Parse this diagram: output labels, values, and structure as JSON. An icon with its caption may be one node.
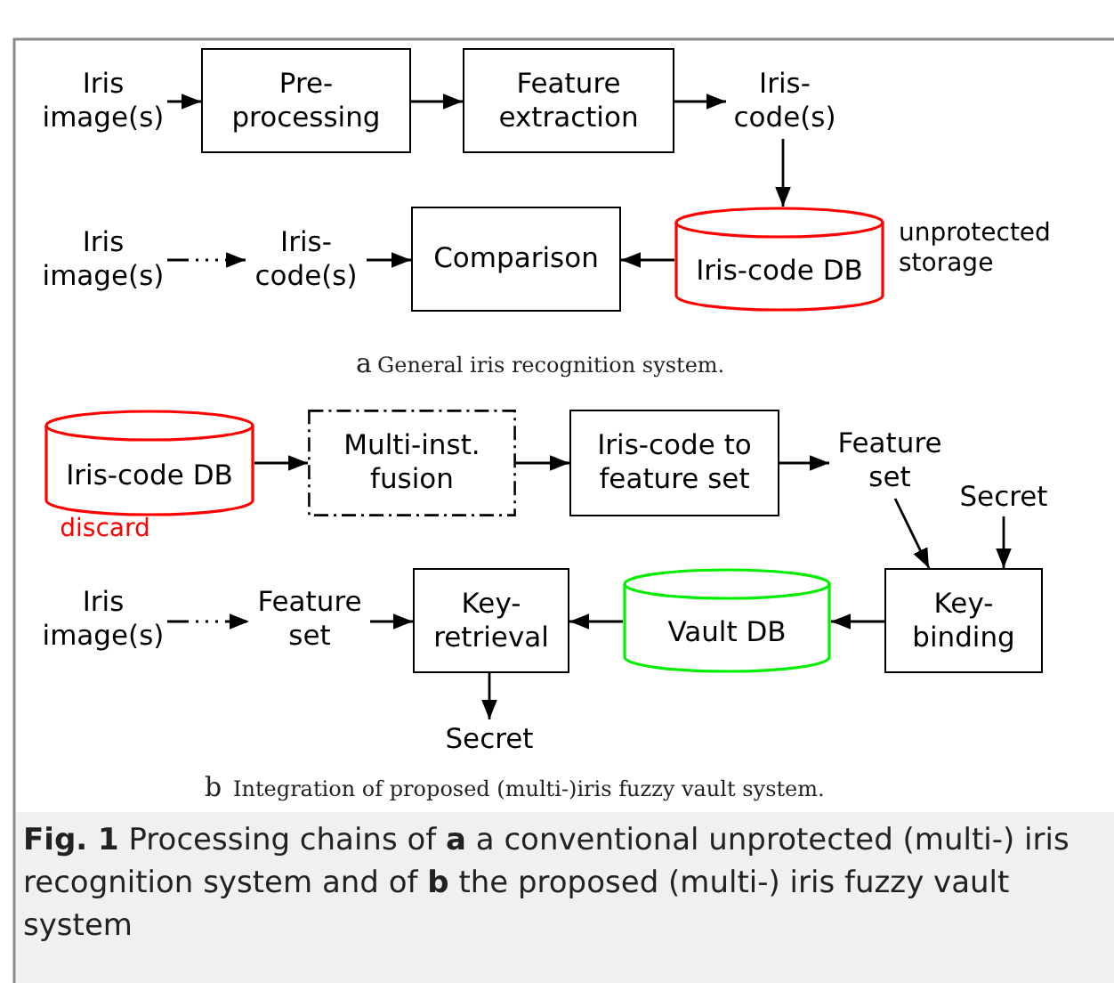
{
  "diagram": {
    "caption": "**Fig. 1** Processing chains of **a** a conventional unprotected (multi-) iris recognition system and of **b** the proposed (multi-) iris fuzzy vault system",
    "nodes": [
      {
        "text": [
          "Iris image(s)"
        ]
      },
      {
        "text": [
          "Pre-processing"
        ]
      },
      {
        "text": [
          "Feature extraction"
        ]
      },
      {
        "text": [
          "Iris-code(s)"
        ]
      },
      {
        "text": [
          "Iris-code DB"
        ],
        "beside": [
          "unprotected storage"
        ]
      },
      {
        "text": [
          "Iris image(s)"
        ]
      },
      {
        "text": [
          "Iris-code(s)"
        ]
      },
      {
        "text": [
          "Comparison"
        ]
      },
      {
        "text": [
          "Iris-code DB"
        ],
        "beside": [
          "discard"
        ]
      },
      {
        "text": [
          "Multi-inst. fusion"
        ]
      },
      {
        "text": [
          "Iris-code to feature set"
        ]
      },
      {
        "text": [
          "Feature set"
        ]
      },
      {
        "text": [
          "Secret"
        ]
      },
      {
        "text": [
          "Key-binding"
        ]
      },
      {
        "text": [
          "Vault DB"
        ]
      },
      {
        "text": [
          "Iris image(s)"
        ]
      },
      {
        "text": [
          "Feature set"
        ]
      },
      {
        "text": [
          "Key-retrieval"
        ]
      },
      {
        "text": [
          "Secret"
        ]
      }
    ],
    "edges": [
      {
        "from": 0,
        "to": 1,
        "arrow": "to"
      },
      {
        "from": 1,
        "to": 2,
        "arrow": "to"
      },
      {
        "from": 2,
        "to": 3,
        "arrow": "to"
      },
      {
        "from": 3,
        "to": 4,
        "arrow": "to"
      },
      {
        "from": 4,
        "to": 7,
        "arrow": "to"
      },
      {
        "from": 5,
        "to": 6,
        "arrow": "to",
        "style": "dashed"
      },
      {
        "from": 6,
        "to": 7,
        "arrow": "to"
      },
      {
        "from": 8,
        "to": 9,
        "arrow": "to"
      },
      {
        "from": 9,
        "to": 10,
        "arrow": "to"
      },
      {
        "from": 10,
        "to": 11,
        "arrow": "to"
      },
      {
        "from": 11,
        "to": 13,
        "arrow": "to"
      },
      {
        "from": 12,
        "to": 13,
        "arrow": "to"
      },
      {
        "from": 13,
        "to": 14,
        "arrow": "to"
      },
      {
        "from": 14,
        "to": 17,
        "arrow": "to"
      },
      {
        "from": 15,
        "to": 16,
        "arrow": "to",
        "style": "dashed"
      },
      {
        "from": 16,
        "to": 17,
        "arrow": "to"
      },
      {
        "from": 17,
        "to": 18,
        "arrow": "to"
      }
    ],
    "labels": [
      "a",
      "General iris recognition system.",
      "b",
      "Integration of proposed (multi-)iris fuzzy vault system."
    ]
  }
}
